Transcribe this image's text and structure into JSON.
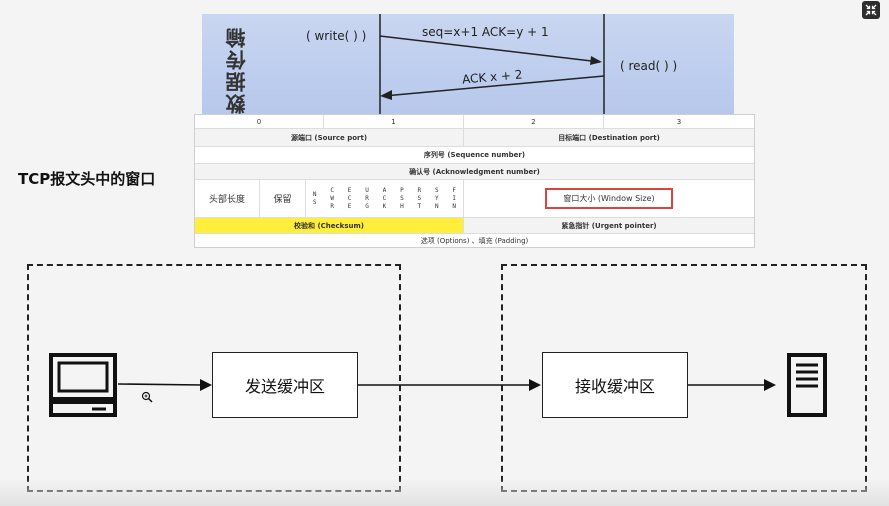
{
  "sequence": {
    "title": "数据传输",
    "write": "( write( ) )",
    "read": "( read( ) )",
    "seq_ack": "seq=x+1 ACK=y + 1",
    "ack": "ACK x + 2"
  },
  "side_title": "TCP报文头中的窗口",
  "tcp_header": {
    "byte_cols": [
      "0",
      "1",
      "2",
      "3"
    ],
    "source_port": "源端口 (Source port)",
    "dest_port": "目标端口 (Destination port)",
    "sequence": "序列号 (Sequence number)",
    "ack_number": "确认号 (Acknowledgment number)",
    "header_length": "头部长度",
    "reserved": "保留",
    "flags": [
      "NS",
      "CWR",
      "ECE",
      "URG",
      "ACK",
      "PSH",
      "RST",
      "SYN",
      "FIN"
    ],
    "window_size": "窗口大小 (Window Size)",
    "checksum": "校验和 (Checksum)",
    "urgent": "紧急指针 (Urgent pointer)",
    "options": "选项 (Options) 、填充 (Padding)",
    "checksum_color": "#ffef3a",
    "highlight_color": "#d9463c"
  },
  "flow": {
    "send_buffer": "发送缓冲区",
    "recv_buffer": "接收缓冲区"
  }
}
